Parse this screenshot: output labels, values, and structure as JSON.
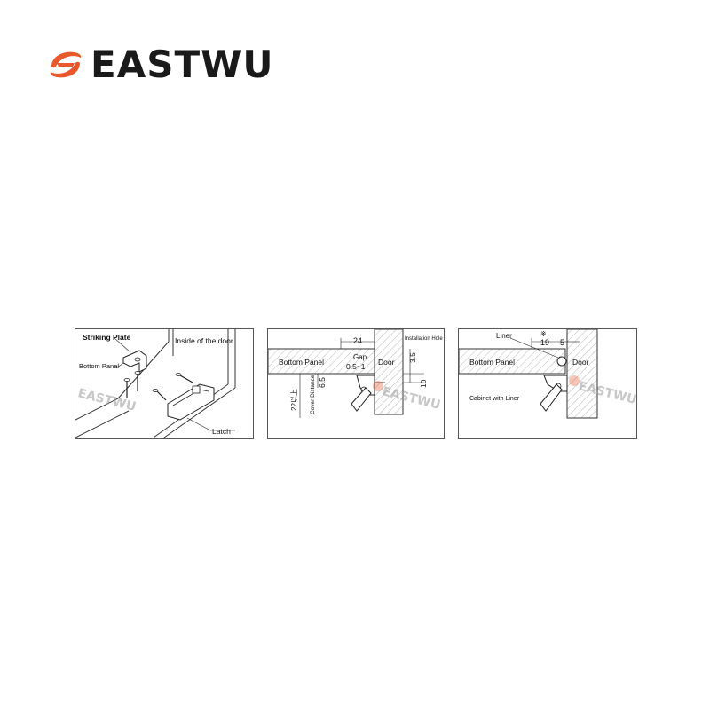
{
  "brand": {
    "name": "EASTWU",
    "accent_color": "#e8582a"
  },
  "panels": [
    {
      "labels": {
        "striking_plate": "Striking Plate",
        "bottom_panel": "Bottom Panel",
        "inside_door": "Inside of the door",
        "latch": "Latch"
      }
    },
    {
      "labels": {
        "bottom_panel": "Bottom Panel",
        "door": "Door",
        "installation_hole": "Installation Hole",
        "gap": "Gap",
        "gap_value": "0.5~1",
        "dim_24": "24",
        "dim_3_5": "3.5",
        "dim_10": "10",
        "dim_6_5": "6.5",
        "cover_distance": "Cover Distance",
        "min_22": "22以上"
      }
    },
    {
      "labels": {
        "liner": "Liner",
        "note_mark": "※",
        "dim_19": "19",
        "dim_5": "5",
        "bottom_panel": "Bottom Panel",
        "door": "Door",
        "cabinet_with_liner": "Cabinet with Liner"
      }
    }
  ]
}
